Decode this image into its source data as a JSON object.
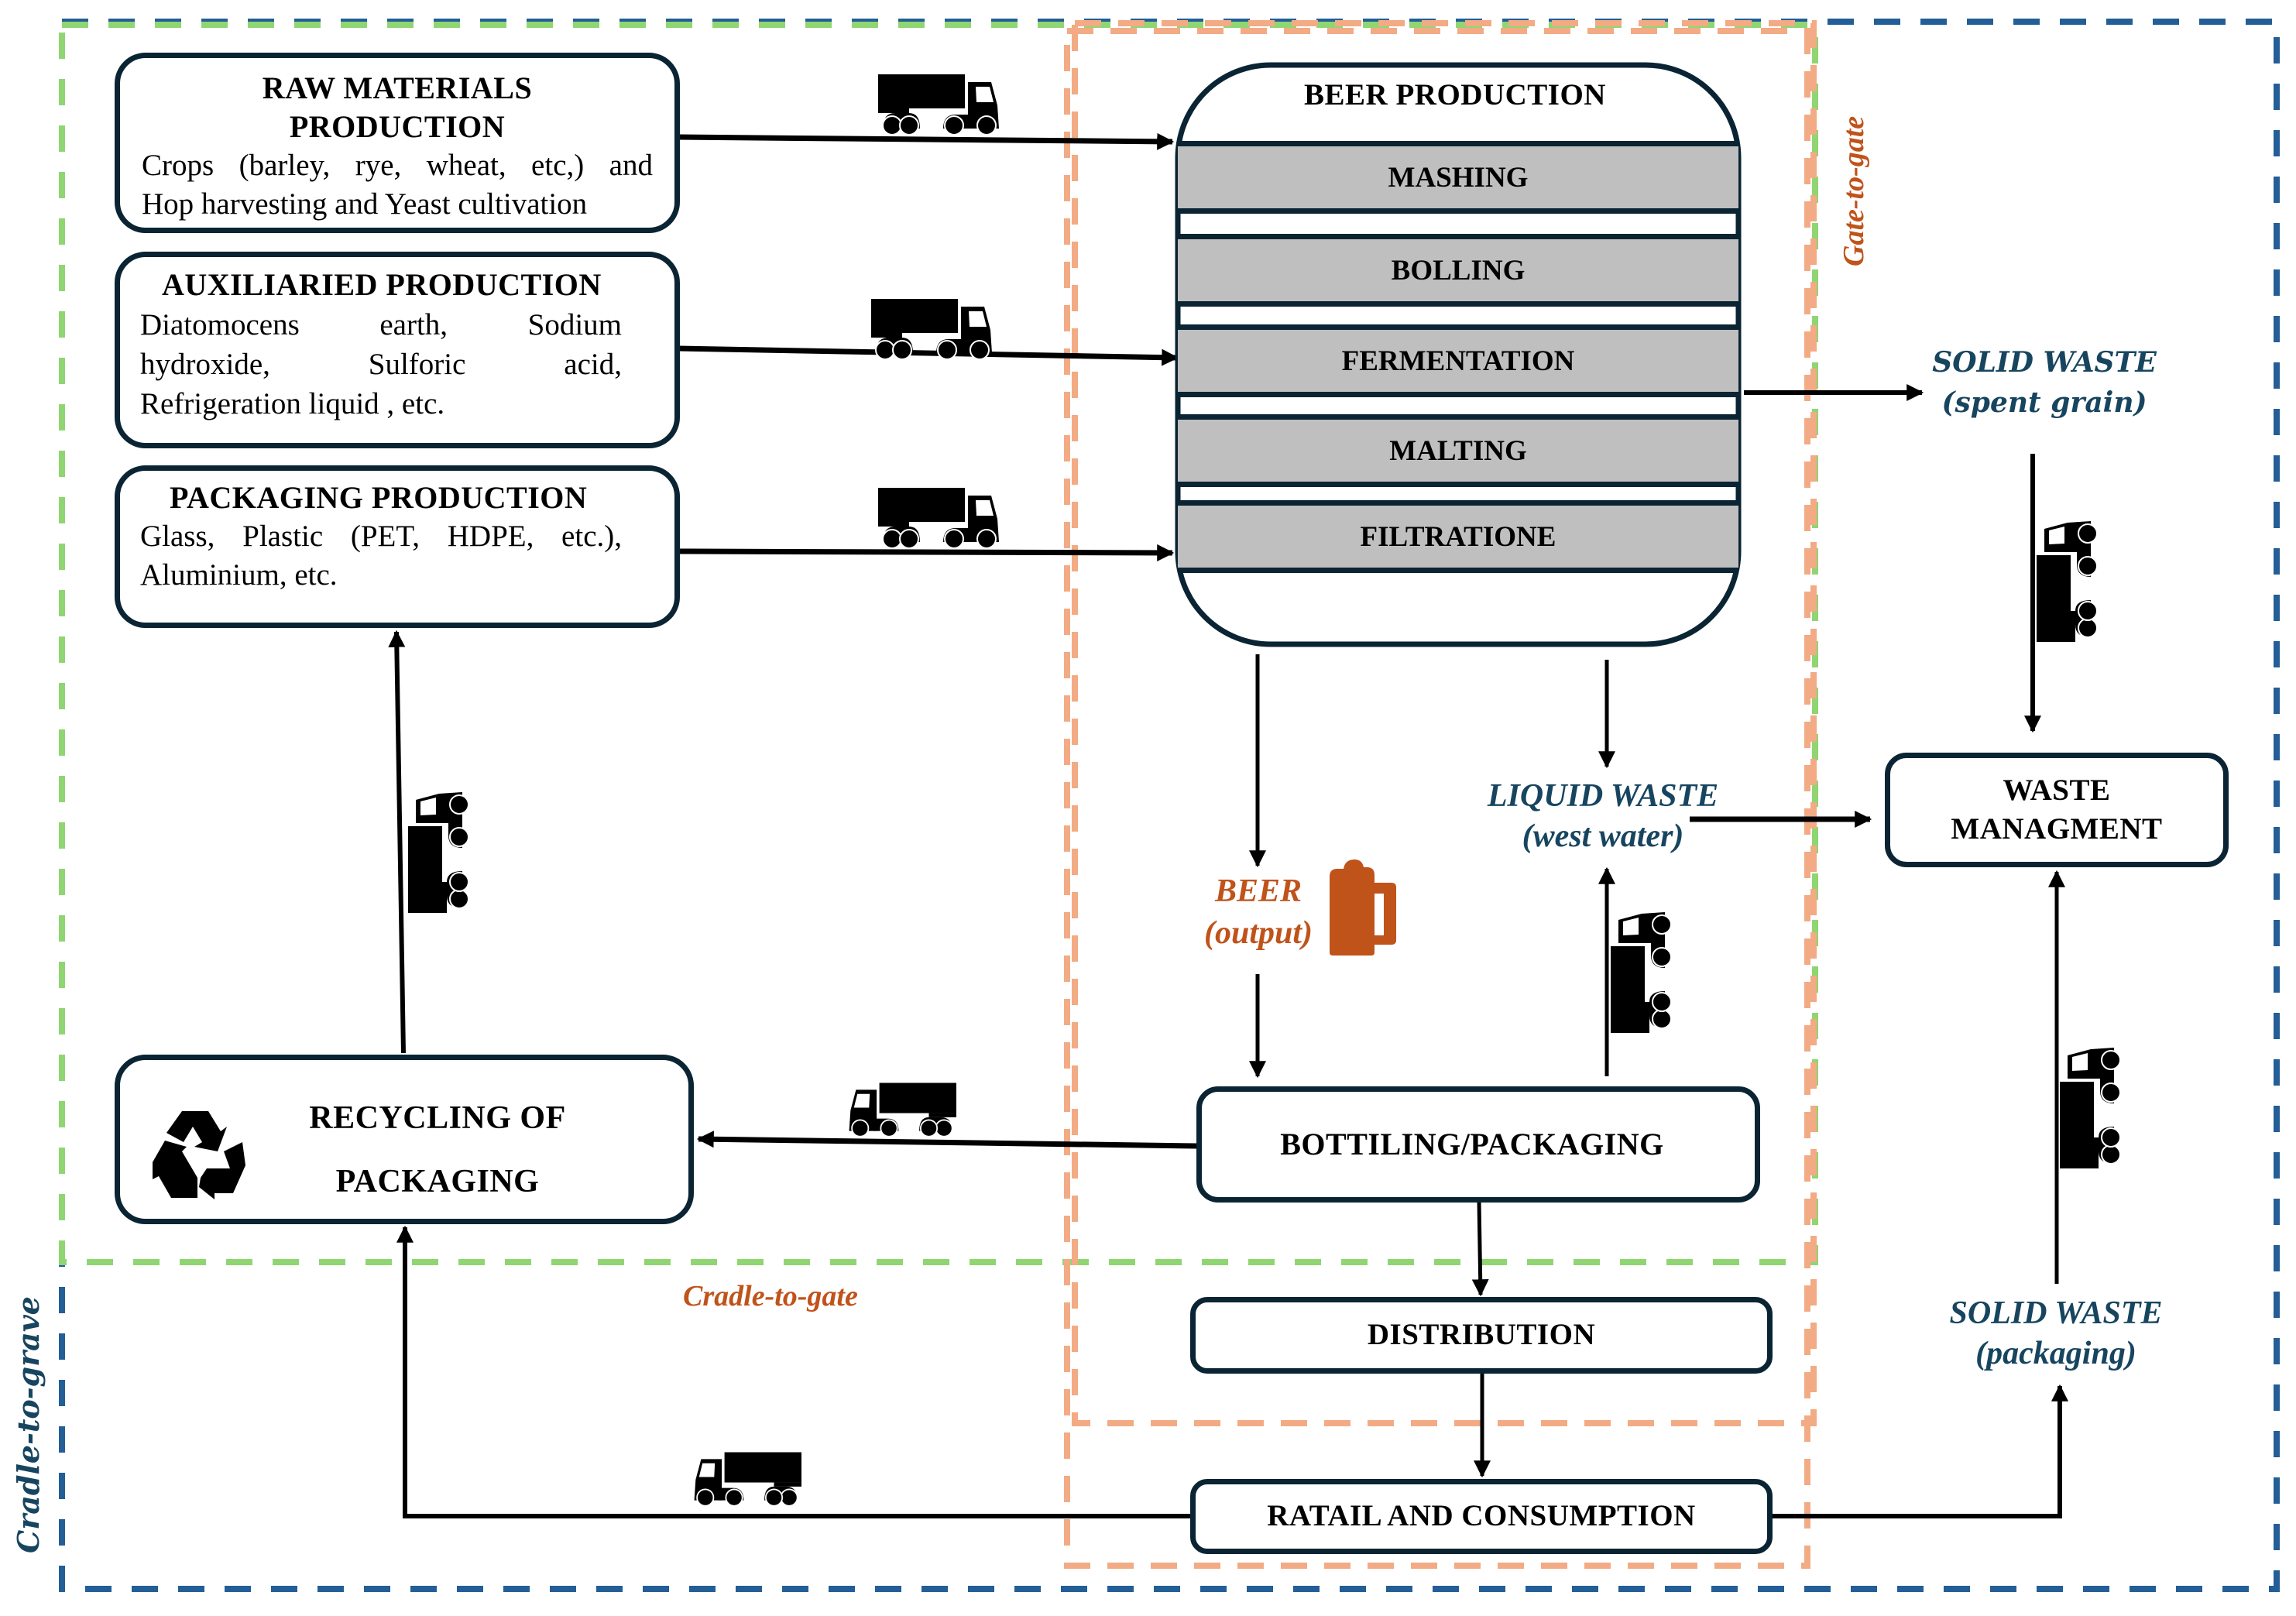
{
  "colors": {
    "cradle_to_grave": "#235e97",
    "cradle_to_gate": "#8fd672",
    "gate_to_gate": "#f2ab84",
    "box_border": "#0a2433",
    "stage_fill": "#bfbfbf",
    "waste_text": "#17455f",
    "beer_accent": "#c0531a"
  },
  "scopes": {
    "cradle_to_grave": "Cradle-to-grave",
    "cradle_to_gate": "Cradle-to-gate",
    "gate_to_gate": "Gate-to-gate"
  },
  "inputs": {
    "raw_materials": {
      "title_line1": "RAW MATERIALS",
      "title_line2": "PRODUCTION",
      "body_line1": "Crops (barley, rye, wheat, etc,) and",
      "body_line2": "Hop harvesting and Yeast cultivation"
    },
    "auxiliary": {
      "title": "AUXILIARIED PRODUCTION",
      "body_line1": "Diatomocens earth, Sodium",
      "body_line2": "hydroxide, Sulforic acid,",
      "body_line3": "Refrigeration liquid , etc."
    },
    "packaging": {
      "title": "PACKAGING PRODUCTION",
      "body_line1": "Glass, Plastic (PET, HDPE, etc.),",
      "body_line2": "Aluminium, etc."
    }
  },
  "beer_production": {
    "title": "BEER PRODUCTION",
    "stages": [
      "MASHING",
      "BOLLING",
      "FERMENTATION",
      "MALTING",
      "FILTRATIONE"
    ]
  },
  "outputs": {
    "beer": {
      "line1": "BEER",
      "line2": "(output)",
      "icon": "beer-mug-icon"
    },
    "solid_waste_grain": {
      "line1": "SOLID WASTE",
      "line2": "(spent grain)"
    },
    "liquid_waste": {
      "line1": "LIQUID WASTE",
      "line2": "(west water)"
    },
    "solid_waste_packaging": {
      "line1": "SOLID WASTE",
      "line2": "(packaging)"
    }
  },
  "downstream": {
    "waste_management": {
      "line1": "WASTE",
      "line2": "MANAGMENT"
    },
    "bottling": "BOTTILING/PACKAGING",
    "distribution": "DISTRIBUTION",
    "retail": "RATAIL AND CONSUMPTION",
    "recycling": {
      "line1": "RECYCLING OF",
      "line2": "PACKAGING",
      "icon": "recycle-icon"
    }
  },
  "icons": {
    "transport": "truck-icon"
  }
}
